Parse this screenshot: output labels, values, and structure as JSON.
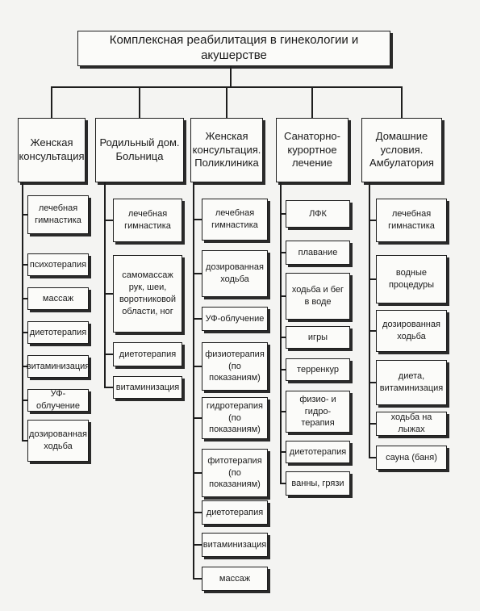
{
  "title": "Комплексная реабилитация в гинекологии и акушерстве",
  "columns": [
    {
      "header": "Женская\nконсультация",
      "items": [
        "лечебная\nгимнастика",
        "психотерапия",
        "массаж",
        "диетотерапия",
        "витаминизация",
        "УФ-облучение",
        "дозированная\nходьба"
      ]
    },
    {
      "header": "Родильный дом.\nБольница",
      "items": [
        "лечебная\nгимнастика",
        "самомассаж\nрук, шеи,\nворотниковой\nобласти, ног",
        "диетотерапия",
        "витаминизация"
      ]
    },
    {
      "header": "Женская\nконсультация.\nПоликлиника",
      "items": [
        "лечебная\nгимнастика",
        "дозированная\nходьба",
        "УФ-облучение",
        "физиотерапия\n(по показаниям)",
        "гидротерапия\n(по показаниям)",
        "фитотерапия\n(по показаниям)",
        "диетотерапия",
        "витаминизация",
        "массаж"
      ]
    },
    {
      "header": "Санаторно-\nкурортное\nлечение",
      "items": [
        "ЛФК",
        "плавание",
        "ходьба и бег\nв воде",
        "игры",
        "терренкур",
        "физио- и гидро-\nтерапия",
        "диетотерапия",
        "ванны, грязи"
      ]
    },
    {
      "header": "Домашние\nусловия.\nАмбулатория",
      "items": [
        "лечебная\nгимнастика",
        "водные\nпроцедуры",
        "дозированная\nходьба",
        "диета,\nвитаминизация",
        "ходьба на лыжах",
        "сауна (баня)"
      ]
    }
  ]
}
